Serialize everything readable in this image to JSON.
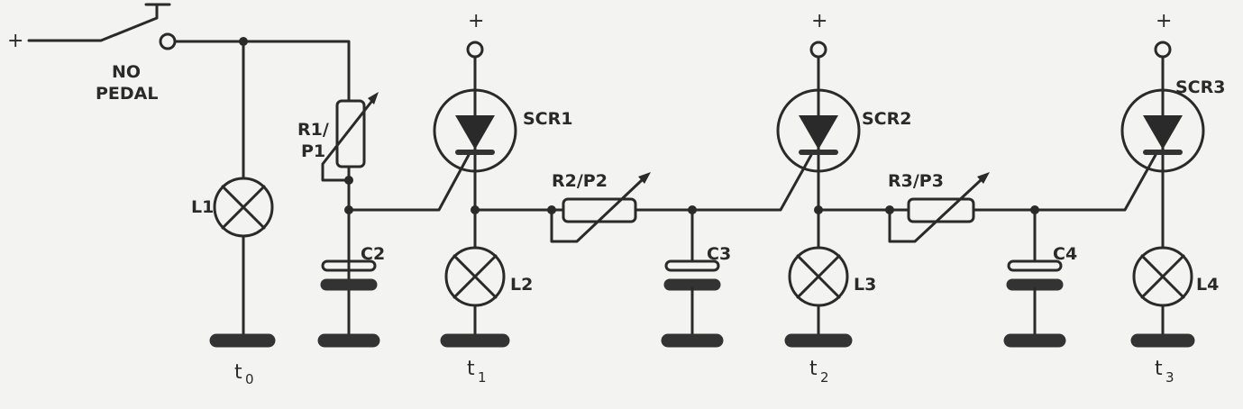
{
  "title": "SCR sequential lamp circuit",
  "supply_plus": "+",
  "switch": {
    "label_line1": "NO",
    "label_line2": "PEDAL"
  },
  "lamps": [
    "L1",
    "L2",
    "L3",
    "L4"
  ],
  "scrs": [
    "SCR1",
    "SCR2",
    "SCR3"
  ],
  "resistors": {
    "r1_line1": "R1/",
    "r1_line2": "P1",
    "r2": "R2/P2",
    "r3": "R3/P3"
  },
  "capacitors": [
    "C2",
    "C3",
    "C4"
  ],
  "time_labels": [
    {
      "t": "t",
      "sub": "0"
    },
    {
      "t": "t",
      "sub": "1"
    },
    {
      "t": "t",
      "sub": "2"
    },
    {
      "t": "t",
      "sub": "3"
    }
  ],
  "colors": {
    "ink": "#2a2a2a",
    "paper": "#f3f3f1"
  }
}
